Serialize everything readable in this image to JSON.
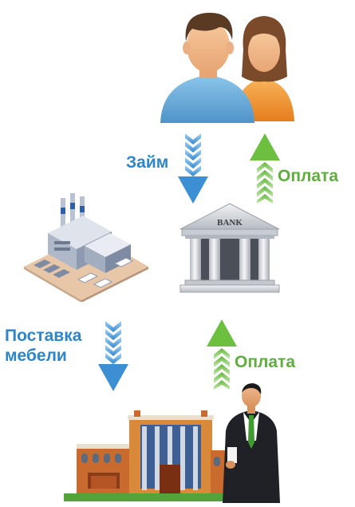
{
  "labels": {
    "loan": "Займ",
    "payment_top": "Оплата",
    "supply_line1": "Поставка",
    "supply_line2": "мебели",
    "payment_bottom": "Оплата"
  },
  "bank": {
    "sign": "BANK"
  },
  "colors": {
    "blue_arrow": "#3d8fd4",
    "green_arrow": "#6cbf3f",
    "label_blue": "#2d86c9",
    "label_green": "#5fae3c"
  },
  "icons": [
    "people-icon",
    "bank-icon",
    "factory-icon",
    "store-building-icon",
    "businessman-icon"
  ]
}
